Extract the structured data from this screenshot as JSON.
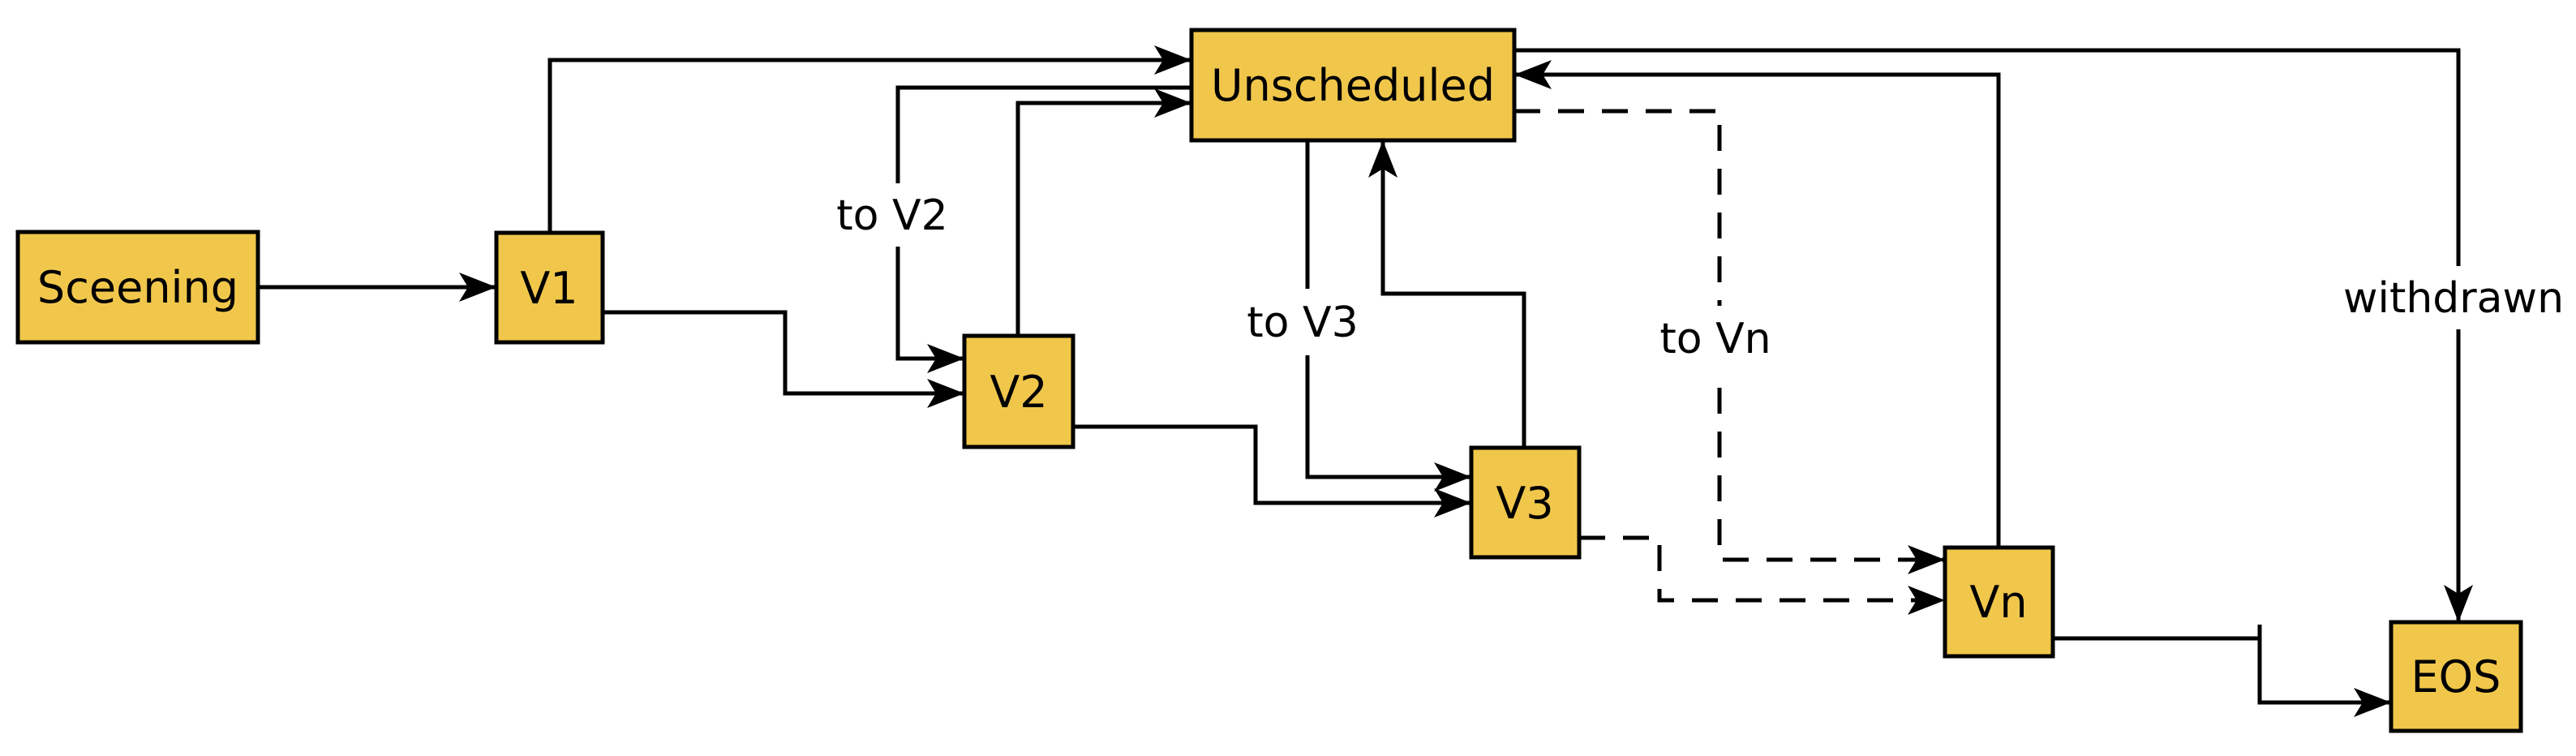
{
  "diagram": {
    "colors": {
      "background": "#ffffff",
      "node_fill": "#F1C74B",
      "node_stroke": "#000000",
      "line": "#000000",
      "text": "#000000"
    },
    "nodes": {
      "screening": {
        "label": "Sceening"
      },
      "v1": {
        "label": "V1"
      },
      "v2": {
        "label": "V2"
      },
      "v3": {
        "label": "V3"
      },
      "vn": {
        "label": "Vn"
      },
      "unscheduled": {
        "label": "Unscheduled"
      },
      "eos": {
        "label": "EOS"
      }
    },
    "edge_labels": {
      "to_v2": "to V2",
      "to_v3": "to V3",
      "to_vn": "to Vn",
      "withdrawn": "withdrawn"
    },
    "edges": [
      {
        "from": "screening",
        "to": "v1",
        "style": "solid",
        "label": ""
      },
      {
        "from": "v1",
        "to": "unscheduled",
        "style": "solid",
        "label": ""
      },
      {
        "from": "v1",
        "to": "v2",
        "style": "solid",
        "label": ""
      },
      {
        "from": "unscheduled",
        "to": "v2",
        "style": "solid",
        "label": "to V2"
      },
      {
        "from": "v2",
        "to": "unscheduled",
        "style": "solid",
        "label": ""
      },
      {
        "from": "v2",
        "to": "v3",
        "style": "solid",
        "label": ""
      },
      {
        "from": "unscheduled",
        "to": "v3",
        "style": "solid",
        "label": "to V3"
      },
      {
        "from": "v3",
        "to": "unscheduled",
        "style": "solid",
        "label": ""
      },
      {
        "from": "v3",
        "to": "vn",
        "style": "dashed",
        "label": ""
      },
      {
        "from": "unscheduled",
        "to": "vn",
        "style": "dashed",
        "label": "to Vn"
      },
      {
        "from": "vn",
        "to": "unscheduled",
        "style": "solid",
        "label": ""
      },
      {
        "from": "vn",
        "to": "eos",
        "style": "solid",
        "label": ""
      },
      {
        "from": "unscheduled",
        "to": "eos",
        "style": "solid",
        "label": "withdrawn"
      }
    ]
  }
}
